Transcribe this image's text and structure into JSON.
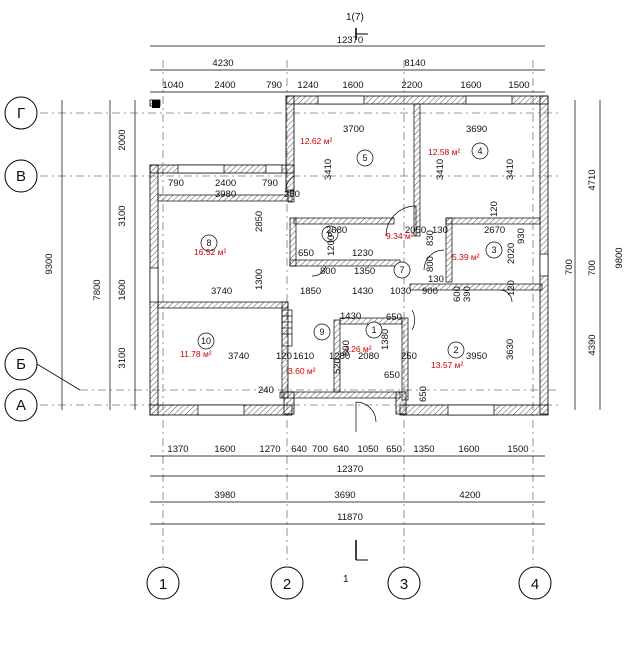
{
  "section_top": "1(7)",
  "section_bottom": "1",
  "axes": {
    "columns": [
      "1",
      "2",
      "3",
      "4"
    ],
    "rows": [
      "Г",
      "В",
      "Б",
      "А"
    ]
  },
  "top_dims": {
    "overall": "12370",
    "segments": [
      "4230",
      "8140"
    ],
    "chain": [
      "1040",
      "2400",
      "790",
      "1240",
      "1600",
      "2200",
      "1600",
      "1500"
    ]
  },
  "bottom_dims": {
    "chain": [
      "1370",
      "1600",
      "1270",
      "640",
      "700",
      "640",
      "1050",
      "650",
      "1350",
      "1600",
      "1500"
    ],
    "overall": "12370",
    "axes": [
      "3980",
      "3690",
      "4200"
    ],
    "total": "11870"
  },
  "left_dims": {
    "chain_a": [
      "2000",
      "3100",
      "1600",
      "3100"
    ],
    "overall_a": "9300",
    "overall_b": "7800"
  },
  "right_dims": {
    "chain": [
      "4710",
      "700",
      "4390"
    ],
    "overall": "9800"
  },
  "rooms": [
    {
      "num": "1",
      "area": "4.26 м²"
    },
    {
      "num": "2",
      "area": "13.57 м²"
    },
    {
      "num": "3",
      "area": "5.39 м²"
    },
    {
      "num": "4",
      "area": "12.58 м²"
    },
    {
      "num": "5",
      "area": "12.62 м²"
    },
    {
      "num": "6",
      "area": ""
    },
    {
      "num": "7",
      "area": "9.34 м²"
    },
    {
      "num": "8",
      "area": "16.52 м²"
    },
    {
      "num": "9",
      "area": "3.60 м²"
    },
    {
      "num": "10",
      "area": "11.78 м²"
    }
  ],
  "inner_dims": [
    "790",
    "2400",
    "790",
    "3980",
    "250",
    "3700",
    "3690",
    "3410",
    "3410",
    "3410",
    "2850",
    "2680",
    "2050",
    "130",
    "2670",
    "120",
    "930",
    "1200",
    "650",
    "800",
    "1230",
    "830",
    "800",
    "2020",
    "1300",
    "1350",
    "3740",
    "1850",
    "1430",
    "1030",
    "900",
    "130",
    "600",
    "390",
    "1430",
    "650",
    "120",
    "3630",
    "3740",
    "120",
    "1610",
    "1280",
    "2080",
    "250",
    "3950",
    "1380",
    "520",
    "800",
    "650",
    "240",
    "650",
    "700"
  ]
}
